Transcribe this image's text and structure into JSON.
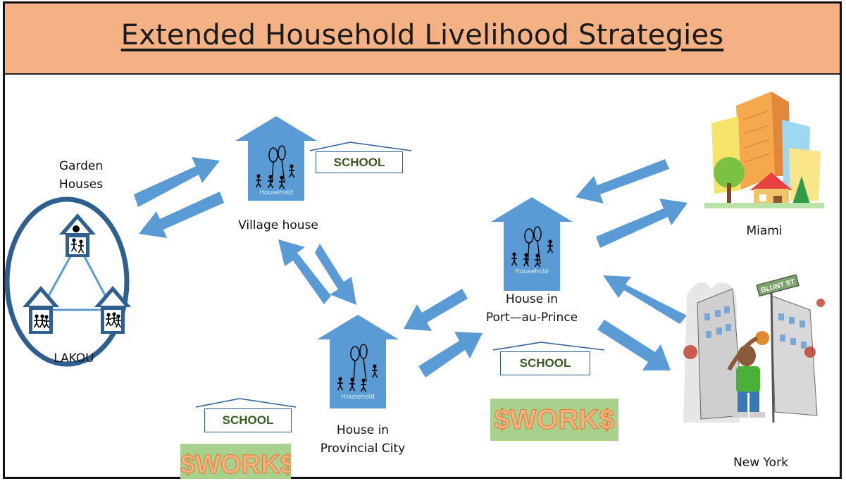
{
  "title": "Extended Household Livelihood Strategies",
  "labels": {
    "garden_houses_line1": "Garden",
    "garden_houses_line2": "Houses",
    "lakou": "LAKOU",
    "village_house": "Village house",
    "provincial_line1": "House in",
    "provincial_line2": "Provincial City",
    "pap_line1": "House in",
    "pap_line2": "Port—au-Prince",
    "miami": "Miami",
    "new_york": "New York",
    "household": "Household",
    "street_sign": "BLUNT ST"
  },
  "school_label": "SCHOOL",
  "works_label": "$WORK$",
  "colors": {
    "title_bg": "#f4b183",
    "house_blue": "#5b9bd5",
    "arrow_blue": "#5b9bd5",
    "lakou_ring": "#2e5f8f",
    "works_bg": "#a9d18e",
    "works_text": "#f4b183",
    "school_text": "#3a5a22"
  }
}
